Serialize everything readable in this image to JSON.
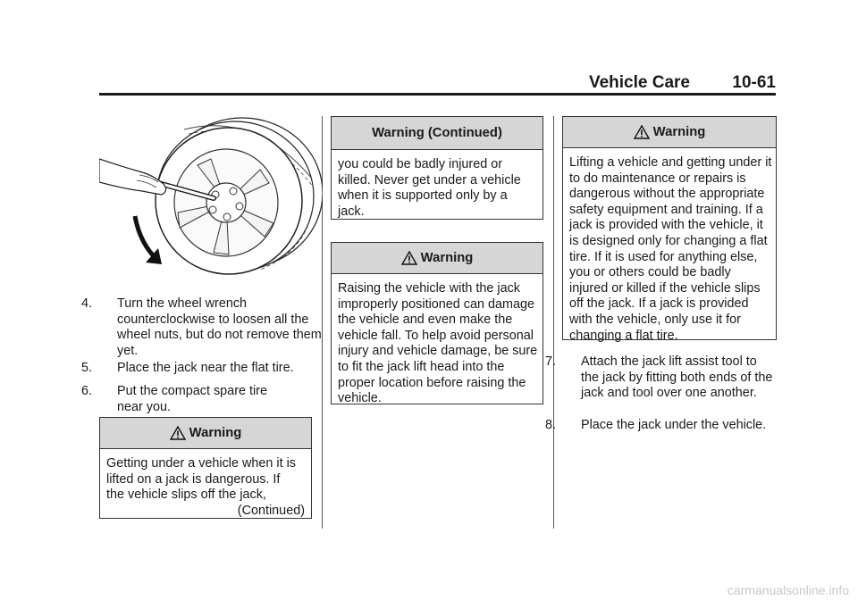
{
  "header": {
    "title": "Vehicle Care",
    "page": "10-61"
  },
  "col1": {
    "illustration": "wheel-wrench-icon",
    "steps": [
      {
        "num": "4.",
        "text": "Turn the wheel wrench counterclockwise to loosen all the wheel nuts, but do not remove them yet."
      },
      {
        "num": "5.",
        "text": "Place the jack near the flat tire."
      },
      {
        "num": "6.",
        "text": "Put the compact spare tire near you."
      }
    ],
    "warning": {
      "title": "Warning",
      "body": "Getting under a vehicle when it is lifted on a jack is dangerous. If the vehicle slips off the jack,",
      "continued": "(Continued)"
    }
  },
  "col2": {
    "warning_cont": {
      "title": "Warning  (Continued)",
      "body": "you could be badly injured or killed. Never get under a vehicle when it is supported only by a jack."
    },
    "warning": {
      "title": "Warning",
      "body": "Raising the vehicle with the jack improperly positioned can damage the vehicle and even make the vehicle fall. To help avoid personal injury and vehicle damage, be sure to fit the jack lift head into the proper location before raising the vehicle."
    }
  },
  "col3": {
    "warning": {
      "title": "Warning",
      "body": "Lifting a vehicle and getting under it to do maintenance or repairs is dangerous without the appropriate safety equipment and training. If a jack is provided with the vehicle, it is designed only for changing a flat tire. If it is used for anything else, you or others could be badly injured or killed if the vehicle slips off the jack. If a jack is provided with the vehicle, only use it for changing a flat tire."
    },
    "steps": [
      {
        "num": "7.",
        "text": "Attach the jack lift assist tool to the jack by fitting both ends of the jack and tool over one another."
      },
      {
        "num": "8.",
        "text": "Place the jack under the vehicle."
      }
    ]
  },
  "watermark": "carmanualsonline.info"
}
